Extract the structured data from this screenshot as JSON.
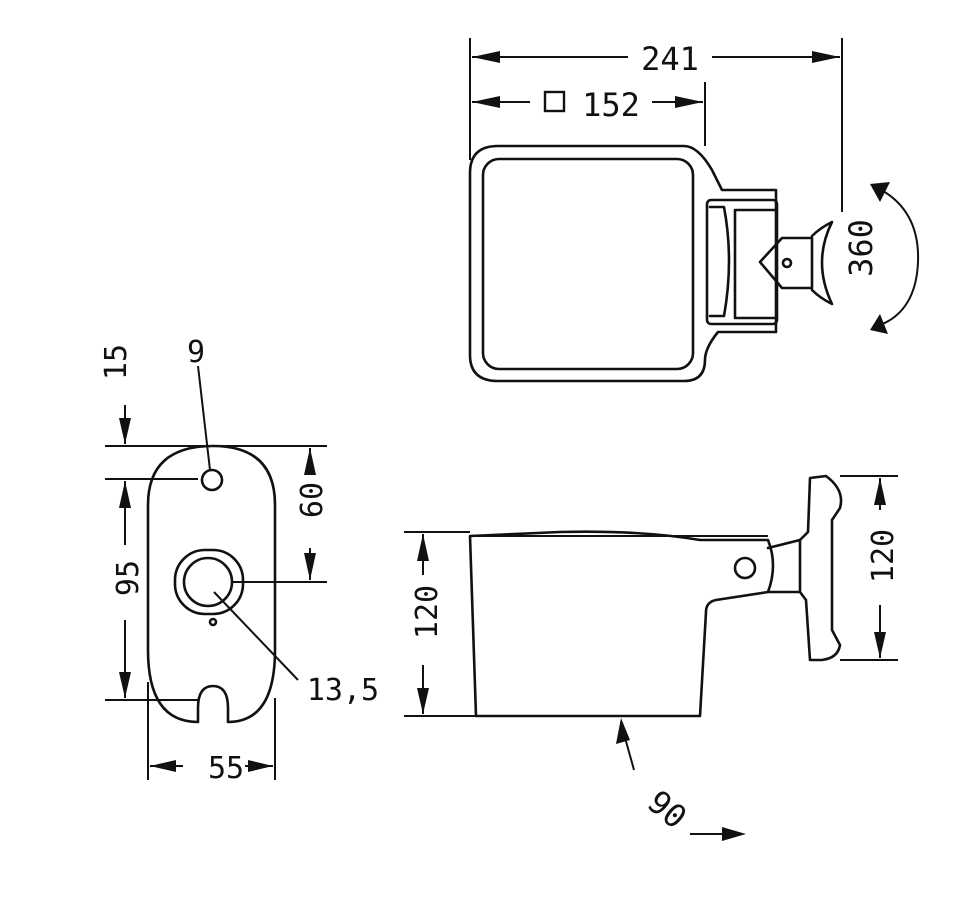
{
  "colors": {
    "ink": "#111111",
    "background": "#ffffff"
  },
  "top_view": {
    "overall_width": "241",
    "square_size": "152",
    "rotation": "360"
  },
  "base_plate": {
    "hole_top_offset": "15",
    "small_hole": "9",
    "hole_spacing": "95",
    "center_hole_offset": "60",
    "center_hole": "13,5",
    "width": "55"
  },
  "side_view": {
    "housing_height": "120",
    "bracket_height": "120",
    "tilt_angle": "90"
  }
}
